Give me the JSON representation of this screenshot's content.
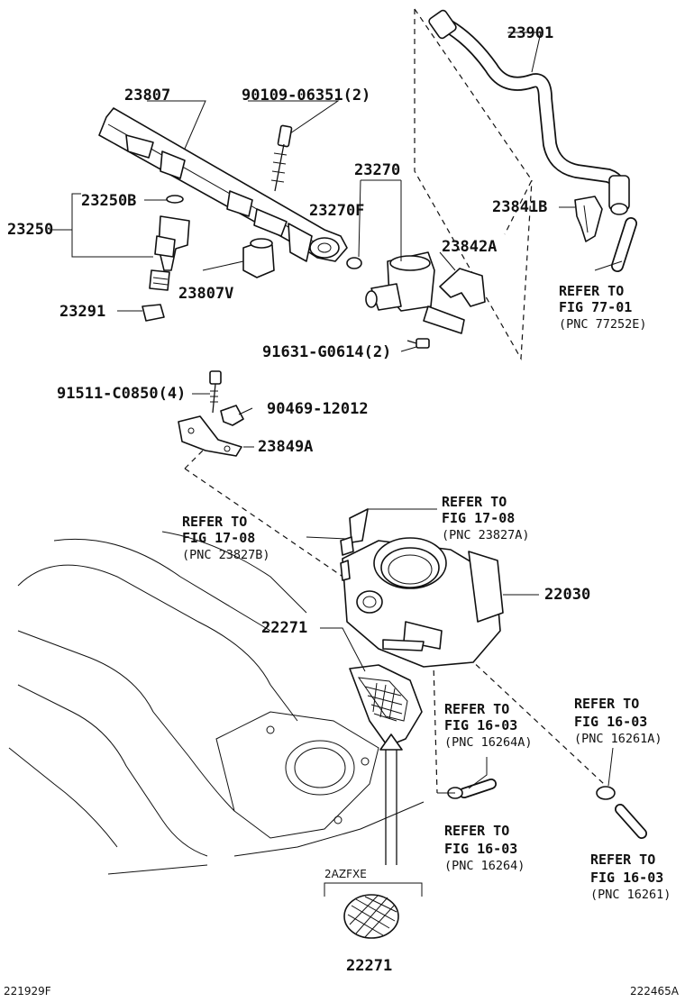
{
  "labels": {
    "p23807": "23807",
    "p90109": "90109-06351(2)",
    "p23901": "23901",
    "p23250B": "23250B",
    "p23250": "23250",
    "p23270": "23270",
    "p23270F": "23270F",
    "p23842A": "23842A",
    "p23841B": "23841B",
    "p23807V": "23807V",
    "p23291": "23291",
    "p91631": "91631-G0614(2)",
    "p91511": "91511-C0850(4)",
    "p90469": "90469-12012",
    "p23849A": "23849A",
    "p22030": "22030",
    "p22271a": "22271",
    "p22271b": "22271",
    "engine_code": "2AZFXE"
  },
  "references": {
    "ref77": [
      "REFER TO",
      "FIG 77-01",
      "(PNC 77252E)"
    ],
    "ref17b": [
      "REFER TO",
      "FIG 17-08",
      "(PNC 23827B)"
    ],
    "ref17a": [
      "REFER TO",
      "FIG 17-08",
      "(PNC 23827A)"
    ],
    "ref16a": [
      "REFER TO",
      "FIG 16-03",
      "(PNC 16264A)"
    ],
    "ref16b": [
      "REFER TO",
      "FIG 16-03",
      "(PNC 16261A)"
    ],
    "ref16c": [
      "REFER TO",
      "FIG 16-03",
      "(PNC 16264)"
    ],
    "ref16d": [
      "REFER TO",
      "FIG 16-03",
      "(PNC 16261)"
    ]
  },
  "footer": {
    "left_code": "221929F",
    "right_code": "222465A"
  }
}
